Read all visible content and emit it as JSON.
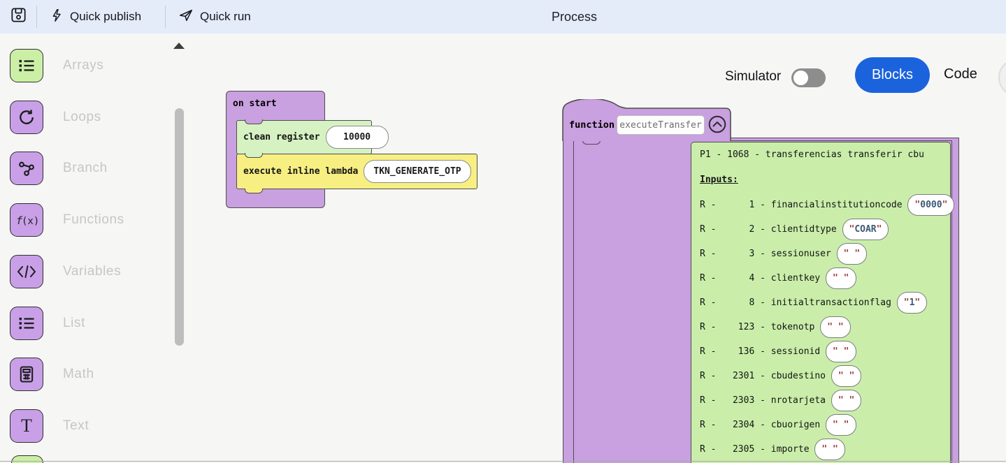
{
  "topbar": {
    "title": "Process",
    "quick_publish_label": "Quick publish",
    "quick_run_label": "Quick run"
  },
  "toolbox": {
    "items": [
      {
        "label": "Arrays",
        "icon": "list",
        "color": "#cbf0a5"
      },
      {
        "label": "Loops",
        "icon": "rotate",
        "color": "#c9a0e8"
      },
      {
        "label": "Branch",
        "icon": "share",
        "color": "#c9a0e8"
      },
      {
        "label": "Functions",
        "icon": "fx",
        "color": "#c9a0e8"
      },
      {
        "label": "Variables",
        "icon": "code",
        "color": "#c9a0e8"
      },
      {
        "label": "List",
        "icon": "list",
        "color": "#c9a0e8"
      },
      {
        "label": "Math",
        "icon": "calculator",
        "color": "#c9a0e8"
      },
      {
        "label": "Text",
        "icon": "text",
        "color": "#c9a0e8"
      }
    ],
    "partial_item_color": "#cbf0a5"
  },
  "canvas": {
    "on_start": {
      "label": "on start",
      "statements": [
        {
          "label": "clean register",
          "field": "10000"
        },
        {
          "label": "execute inline lambda",
          "field": "TKN_GENERATE_OTP"
        }
      ]
    },
    "function_block": {
      "keyword": "function",
      "name": "executeTransfer"
    },
    "comment_block": {
      "title": "P1 - 1068 - transferencias transferir cbu",
      "inputs_heading": "Inputs:",
      "rows": [
        {
          "prefix": "R",
          "num": "1",
          "name": "financialinstitutioncode",
          "value": "0000"
        },
        {
          "prefix": "R",
          "num": "2",
          "name": "clientidtype",
          "value": "COAR"
        },
        {
          "prefix": "R",
          "num": "3",
          "name": "sessionuser",
          "value": " "
        },
        {
          "prefix": "R",
          "num": "4",
          "name": "clientkey",
          "value": " "
        },
        {
          "prefix": "R",
          "num": "8",
          "name": "initialtransactionflag",
          "value": "1"
        },
        {
          "prefix": "R",
          "num": "123",
          "name": "tokenotp",
          "value": " "
        },
        {
          "prefix": "R",
          "num": "136",
          "name": "sessionid",
          "value": " "
        },
        {
          "prefix": "R",
          "num": "2301",
          "name": "cbudestino",
          "value": " "
        },
        {
          "prefix": "R",
          "num": "2303",
          "name": "nrotarjeta",
          "value": " "
        },
        {
          "prefix": "R",
          "num": "2304",
          "name": "cbuorigen",
          "value": " "
        },
        {
          "prefix": "R",
          "num": "2305",
          "name": "importe",
          "value": " "
        }
      ]
    }
  },
  "view_controls": {
    "simulator_label": "Simulator",
    "simulator_state": "off",
    "blocks_label": "Blocks",
    "code_label": "Code",
    "active_view": "Blocks"
  },
  "colors": {
    "topbar_bg": "#e4ebf9",
    "canvas_bg": "#f6f6f5",
    "block_purple": "#c9a0e0",
    "block_green": "#d6f2c2",
    "comment_green": "#caeeaa",
    "block_yellow": "#f7ef82",
    "accent_blue": "#1b63dd"
  }
}
